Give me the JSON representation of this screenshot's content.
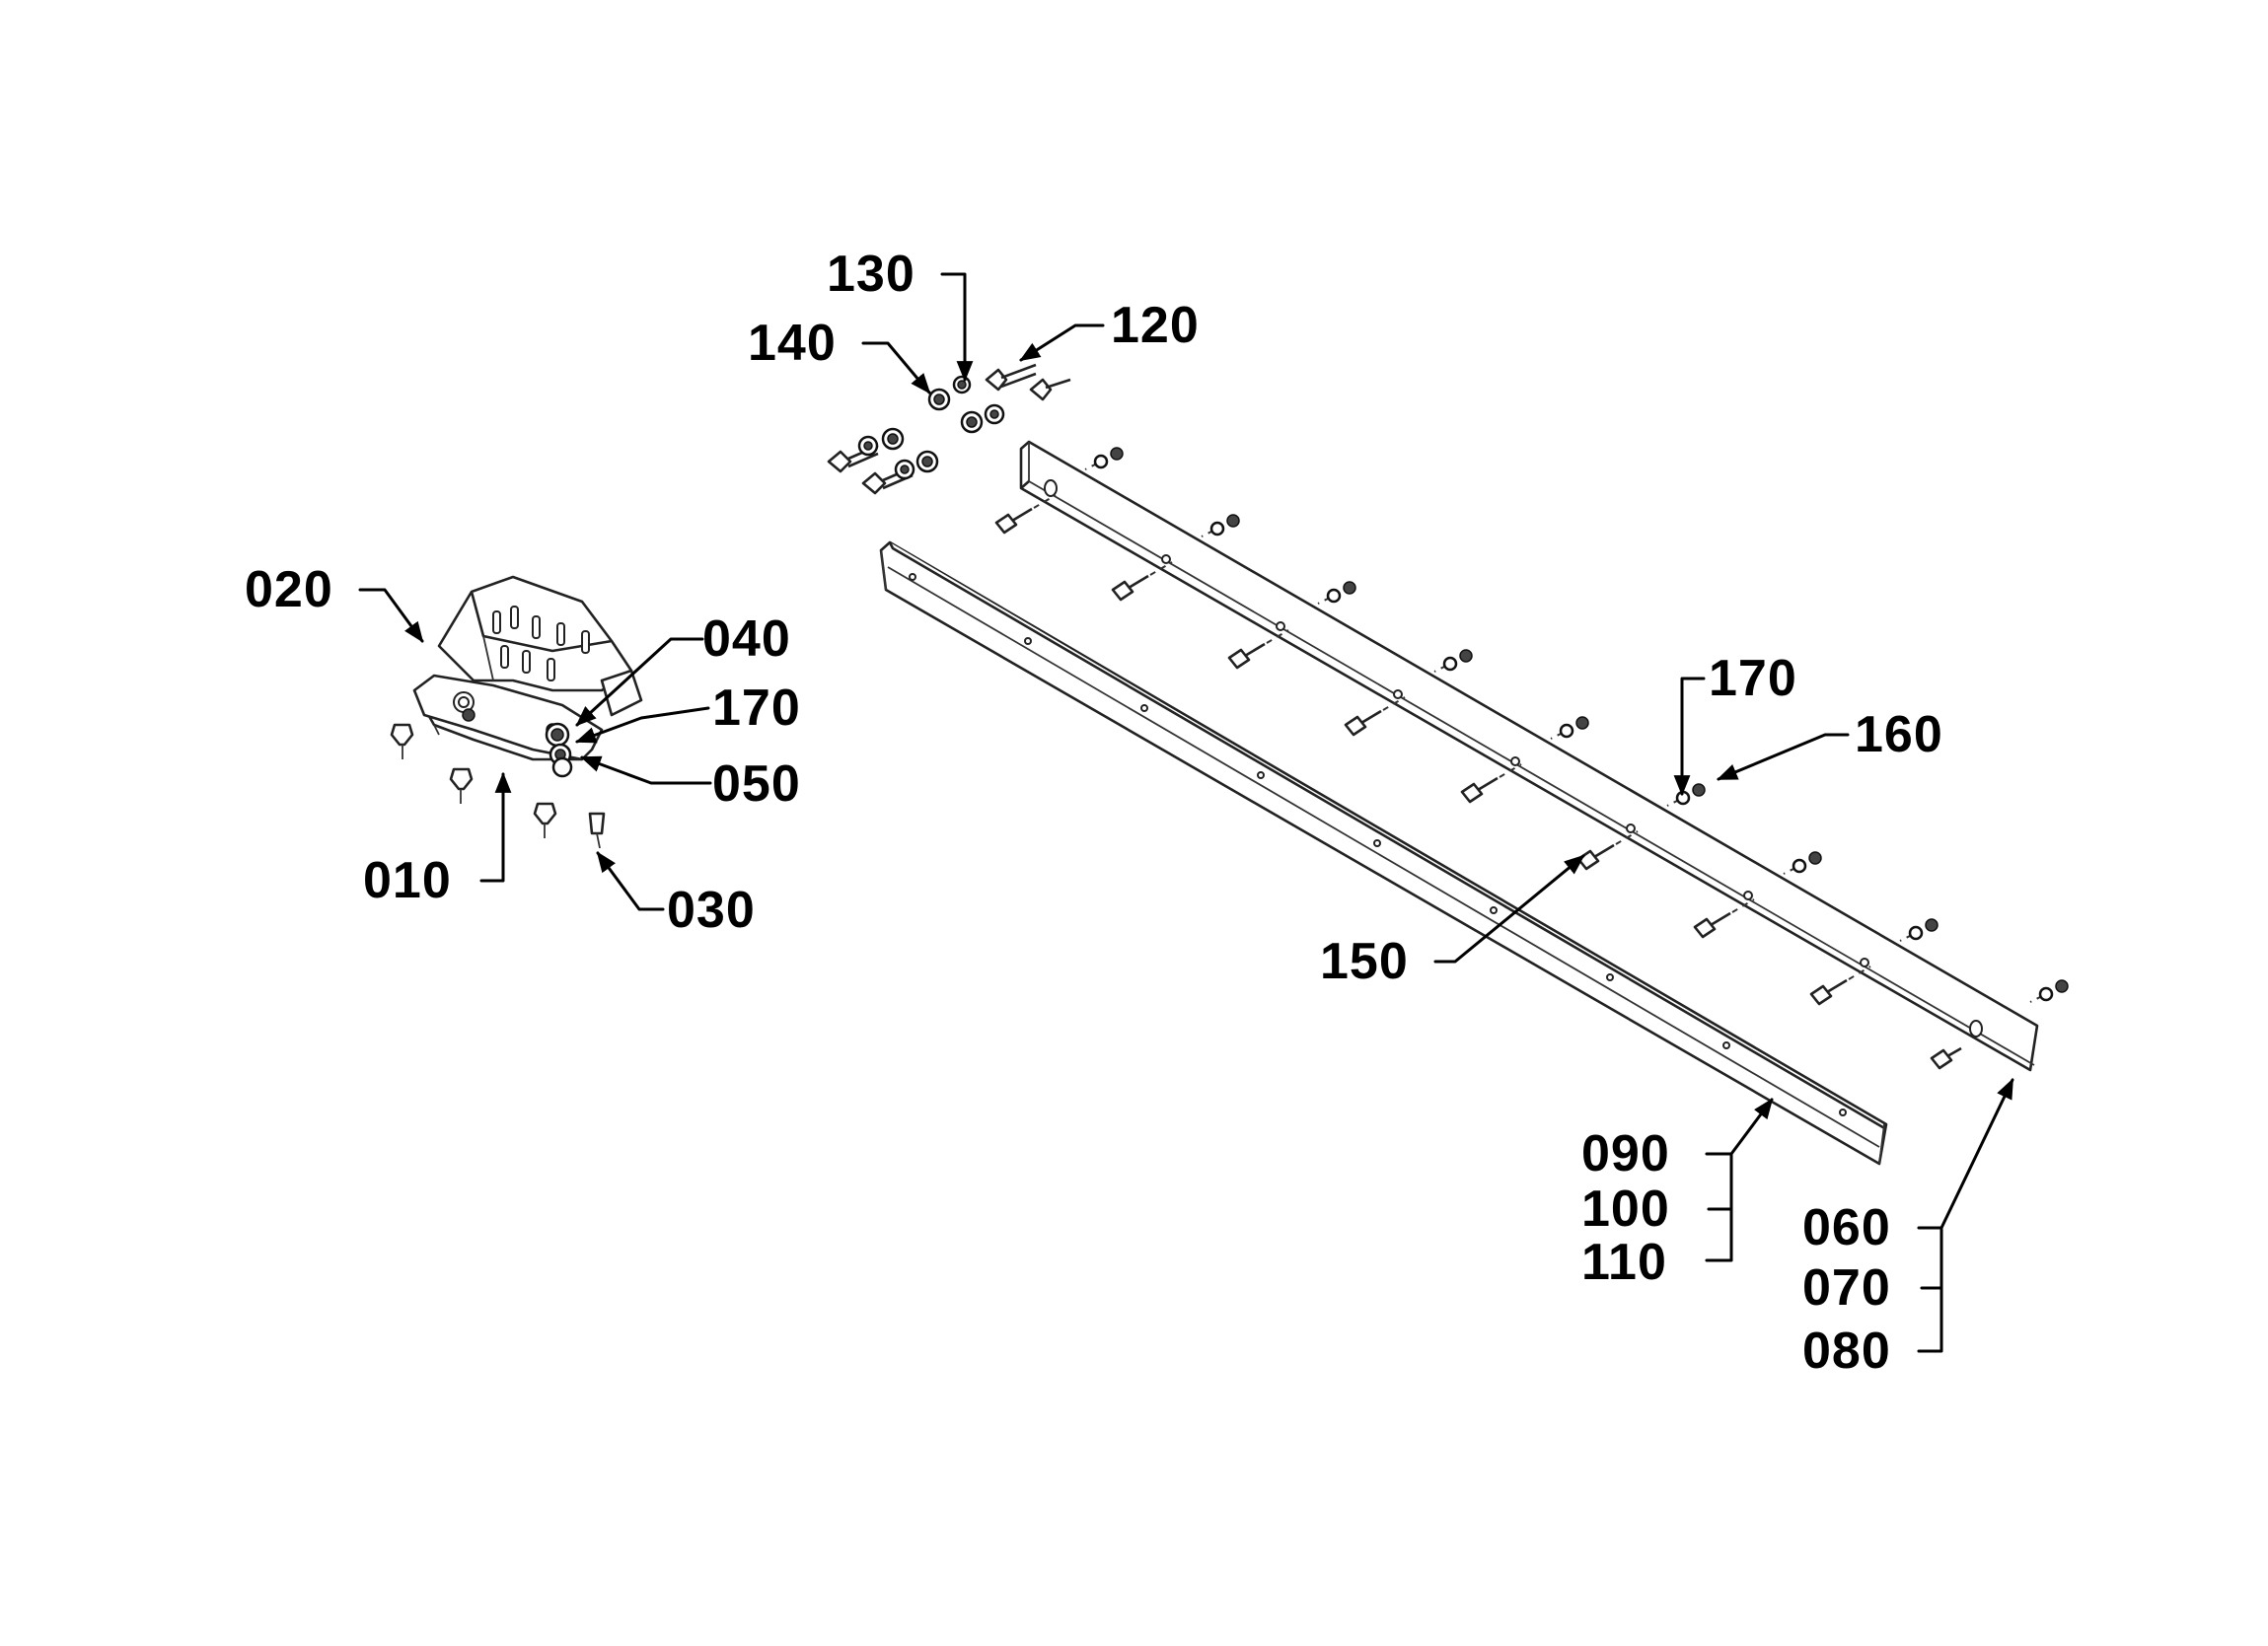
{
  "callouts": {
    "c010": "010",
    "c020": "020",
    "c030": "030",
    "c040": "040",
    "c050": "050",
    "c060": "060",
    "c070": "070",
    "c080": "080",
    "c090": "090",
    "c100": "100",
    "c110": "110",
    "c120": "120",
    "c130": "130",
    "c140": "140",
    "c150": "150",
    "c160": "160",
    "c170a": "170",
    "c170b": "170"
  },
  "colors": {
    "line": "#000000",
    "background": "#ffffff"
  }
}
